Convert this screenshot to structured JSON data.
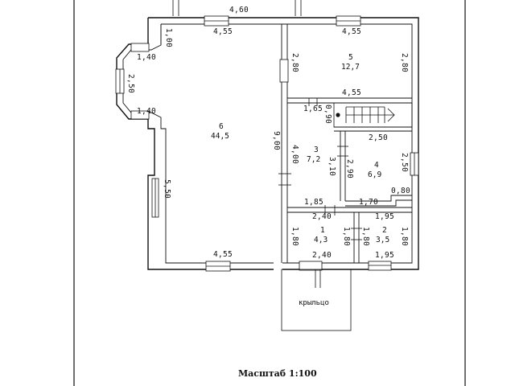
{
  "scale_label": "Масштаб 1:100",
  "porch_label": "крыльцо",
  "rooms": [
    {
      "number": "6",
      "area": "44,5"
    },
    {
      "number": "5",
      "area": "12,7"
    },
    {
      "number": "3",
      "area": "7,2"
    },
    {
      "number": "4",
      "area": "6,9"
    },
    {
      "number": "1",
      "area": "4,3"
    },
    {
      "number": "2",
      "area": "3,5"
    }
  ],
  "dimensions": {
    "top_overall": "4,60",
    "room6_top": "4,55",
    "room6_bottom": "4,55",
    "room6_height": "9,00",
    "room6_left_lower": "5,50",
    "bay_top": "1,40",
    "bay_bottom": "1,40",
    "bay_front": "2,50",
    "bay_diag": "1,00",
    "room5_top": "4,55",
    "room5_bottom": "4,55",
    "room5_left": "2,80",
    "room5_right": "2,80",
    "stair_width": "1,65",
    "stair_height": "0,90",
    "room3_height": "4,00",
    "room3_inner": "3,10",
    "room3_bottom": "1,85",
    "room4_top": "2,50",
    "room4_left": "2,90",
    "room4_right": "2,50",
    "room4_bottom": "1,70",
    "room4_notch": "0,80",
    "room1_top": "2,40",
    "room1_bottom": "2,40",
    "room1_left": "1,80",
    "room1_right": "1,80",
    "room2_top": "1,95",
    "room2_bottom": "1,95",
    "room2_left": "1,80",
    "room2_right": "1,80"
  }
}
